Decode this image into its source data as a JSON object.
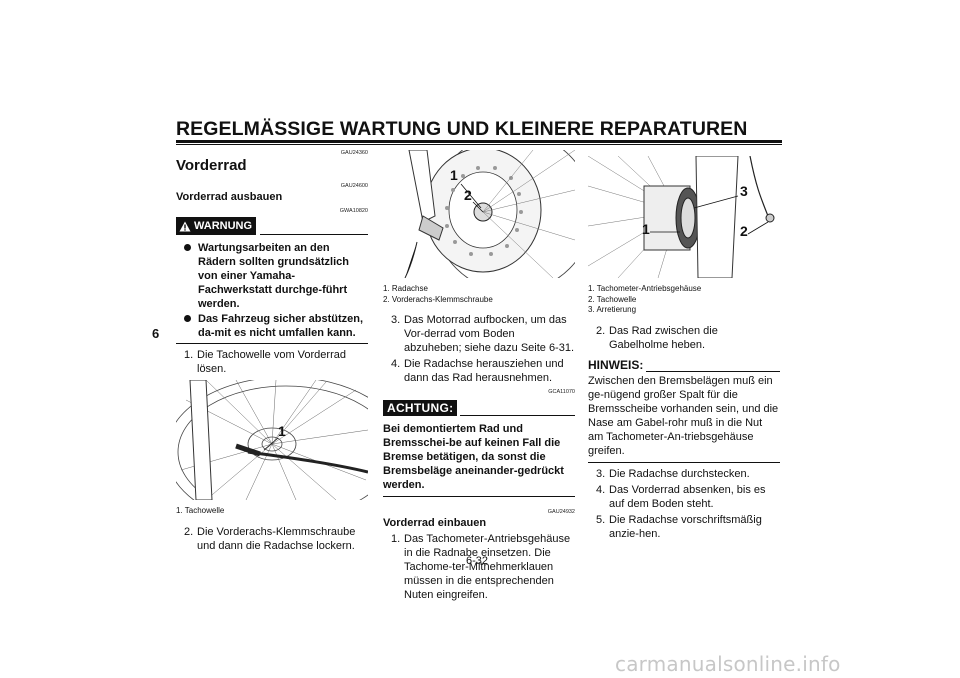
{
  "header": {
    "title": "REGELMÄSSIGE WARTUNG UND KLEINERE REPARATUREN"
  },
  "chapter_tab": "6",
  "page_number": "6-32",
  "col1": {
    "code_section": "GAU24360",
    "section_title": "Vorderrad",
    "code_sub": "GAU24600",
    "sub_title": "Vorderrad ausbauen",
    "code_warning": "GWA10820",
    "warning_label": "WARNUNG",
    "warning_items": [
      "Wartungsarbeiten an den Rädern sollten grundsätzlich von einer Yamaha-Fachwerkstatt durchge-führt werden.",
      "Das Fahrzeug sicher abstützen, da-mit es nicht umfallen kann."
    ],
    "step1_num": "1.",
    "step1_text": "Die Tachowelle vom Vorderrad lösen.",
    "figure_label": "1",
    "caption1": "1. Tachowelle",
    "step2_num": "2.",
    "step2_text": "Die Vorderachs-Klemmschraube und dann die Radachse lockern."
  },
  "col2": {
    "figure_label_1": "1",
    "figure_label_2": "2",
    "caption1": "1. Radachse",
    "caption2": "2. Vorderachs-Klemmschraube",
    "step3_num": "3.",
    "step3_text": "Das Motorrad aufbocken, um das Vor-derrad vom Boden abzuheben; siehe dazu Seite 6-31.",
    "step4_num": "4.",
    "step4_text": "Die Radachse herausziehen und dann das Rad herausnehmen.",
    "code_attention": "GCA11070",
    "attention_label": "ACHTUNG:",
    "attention_text": "Bei demontiertem Rad und Bremsschei-be auf keinen Fall die Bremse betätigen, da sonst die Bremsbeläge aneinander-gedrückt werden.",
    "code_sub": "GAU24932",
    "sub_title": "Vorderrad einbauen",
    "install1_num": "1.",
    "install1_text": "Das Tachometer-Antriebsgehäuse in die Radnabe einsetzen. Die Tachome-ter-Mitnehmerklauen müssen in die entsprechenden Nuten eingreifen."
  },
  "col3": {
    "figure_label_1": "1",
    "figure_label_2": "2",
    "figure_label_3": "3",
    "caption1": "1. Tachometer-Antriebsgehäuse",
    "caption2": "2. Tachowelle",
    "caption3": "3. Arretierung",
    "install2_num": "2.",
    "install2_text": "Das Rad zwischen die Gabelholme heben.",
    "note_label": "HINWEIS:",
    "note_text": "Zwischen den Bremsbelägen muß ein ge-nügend großer Spalt für die Bremsscheibe vorhanden sein, und die Nase am Gabel-rohr muß in die Nut am Tachometer-An-triebsgehäuse greifen.",
    "install3_num": "3.",
    "install3_text": "Die Radachse durchstecken.",
    "install4_num": "4.",
    "install4_text": "Das Vorderrad absenken, bis es auf dem Boden steht.",
    "install5_num": "5.",
    "install5_text": "Die Radachse vorschriftsmäßig anzie-hen."
  },
  "watermark": "carmanualsonline.info"
}
